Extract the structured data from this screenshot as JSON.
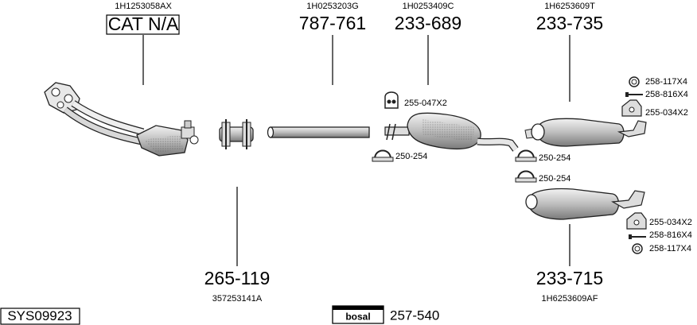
{
  "parts": [
    {
      "id": "cat",
      "oem": "1H1253058AX",
      "number": "CAT N/A"
    },
    {
      "id": "pipe",
      "oem": "1H0253203G",
      "number": "787-761"
    },
    {
      "id": "middle",
      "oem": "1H0253409C",
      "number": "233-689"
    },
    {
      "id": "rear-upper",
      "oem": "1H6253609T",
      "number": "233-735"
    },
    {
      "id": "clamp",
      "oem": "357253141A",
      "number": "265-119"
    },
    {
      "id": "rear-lower",
      "oem": "1H6253609AF",
      "number": "233-715"
    }
  ],
  "accessories": {
    "upper_ring": "258-117X4",
    "upper_bolt": "258-816X4",
    "upper_hanger": "255-034X2",
    "middle_hanger": "255-047X2",
    "middle_clamp": "250-254",
    "rear_clamp_1": "250-254",
    "rear_clamp_2": "250-254",
    "lower_hanger": "255-034X2",
    "lower_bolt": "258-816X4",
    "lower_ring": "258-117X4"
  },
  "system_code": "SYS09923",
  "brand": {
    "logo_text": "bosal",
    "kit_number": "257-540"
  }
}
